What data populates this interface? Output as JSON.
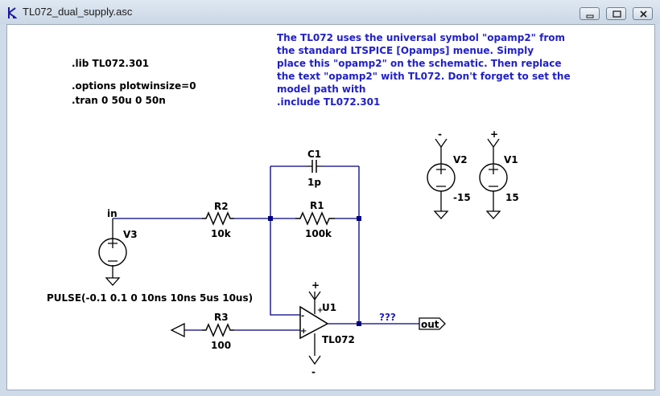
{
  "window": {
    "title": "TL072_dual_supply.asc",
    "buttons": {
      "minimize": "minimize-icon",
      "restore": "restore-icon",
      "close": "close-icon"
    }
  },
  "directives": {
    "lib": ".lib TL072.301",
    "options": ".options plotwinsize=0",
    "tran": ".tran 0 50u 0 50n"
  },
  "comment": {
    "lines": [
      "The TL072 uses the universal symbol \"opamp2\" from",
      "the standard LTSPICE [Opamps] menue. Simply",
      "place this \"opamp2\" on the schematic. Then replace",
      "the text \"opamp2\" with TL072. Don't forget to set the",
      "model path with",
      ".include TL072.301"
    ]
  },
  "components": {
    "c1": {
      "name": "C1",
      "value": "1p"
    },
    "r1": {
      "name": "R1",
      "value": "100k"
    },
    "r2": {
      "name": "R2",
      "value": "10k"
    },
    "r3": {
      "name": "R3",
      "value": "100"
    },
    "v1": {
      "name": "V1",
      "value": "15",
      "node": "+"
    },
    "v2": {
      "name": "V2",
      "value": "-15",
      "node": "-"
    },
    "v3": {
      "name": "V3",
      "value": "PULSE(-0.1 0.1 0 10ns 10ns 5us 10us)"
    },
    "u1": {
      "name": "U1",
      "value": "TL072",
      "plus_supply": "+",
      "minus_supply": "-",
      "plus_in": "+",
      "minus_in": "-"
    }
  },
  "nets": {
    "in": "in",
    "out": "out",
    "unknown": "???"
  },
  "colors": {
    "wire": "#000080",
    "comment": "#2121c6",
    "component": "#000000"
  }
}
